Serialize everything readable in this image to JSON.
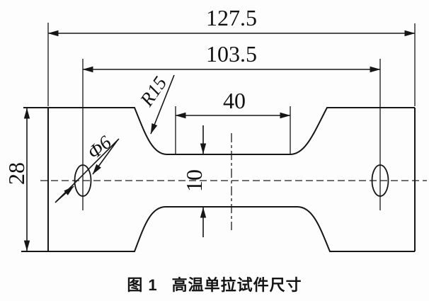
{
  "figure": {
    "caption_label": "图 1",
    "caption_title": "高温单拉试件尺寸"
  },
  "dimensions": {
    "overall_length": "127.5",
    "hole_spacing": "103.5",
    "gauge_length": "40",
    "overall_width": "28",
    "gauge_width": "10",
    "fillet_radius": "R15",
    "hole_diameter": "Φ6"
  },
  "style": {
    "line_color": "#161616",
    "background": "#fdfdfd"
  }
}
